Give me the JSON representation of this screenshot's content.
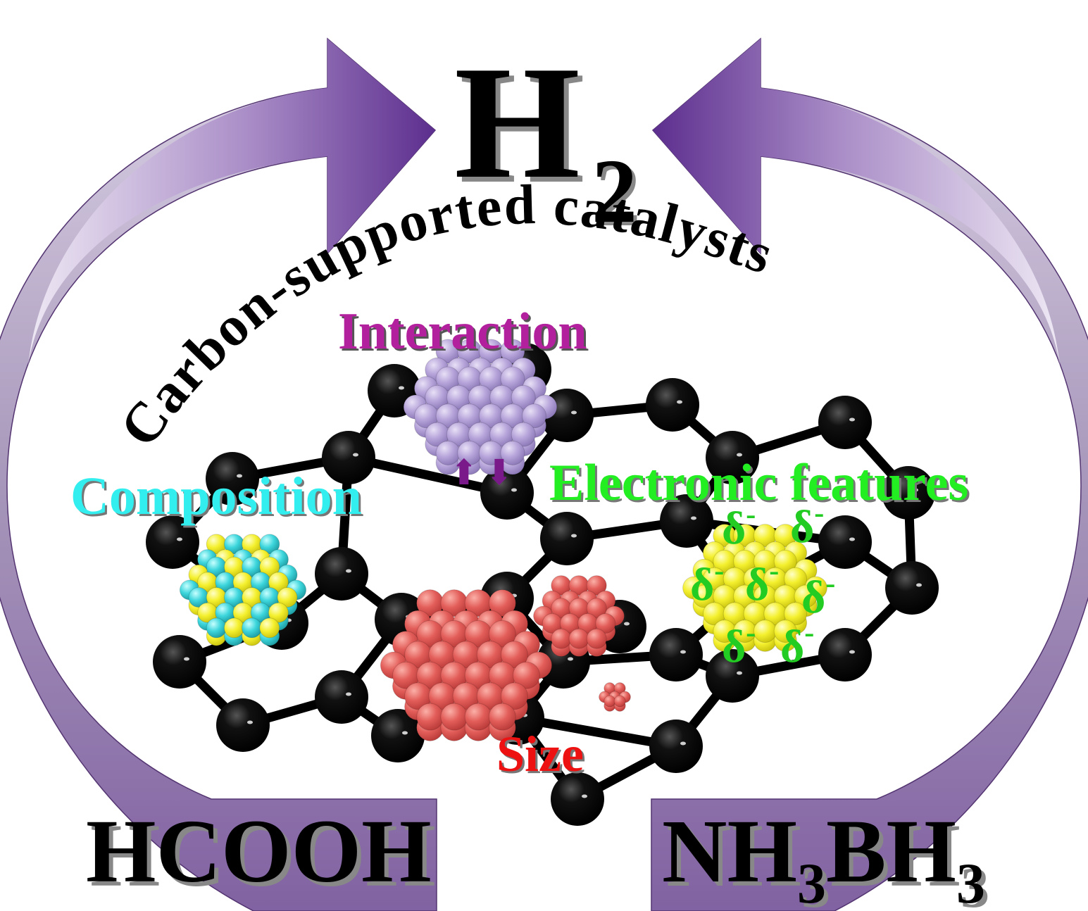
{
  "product": {
    "main": "H",
    "subscript": "2"
  },
  "support_label": "Carbon-supported catalysts",
  "reactants": {
    "left": {
      "text": "HCOOH"
    },
    "right": {
      "parts": [
        "NH",
        "3",
        "BH",
        "3"
      ]
    }
  },
  "features": {
    "interaction": "Interaction",
    "composition": "Composition",
    "electronic": "Electronic features",
    "size": "Size"
  },
  "charge_symbol": {
    "base": "δ",
    "sup": "-"
  },
  "interaction_arrows": {
    "up": "⬆",
    "down": "⬇"
  },
  "colors": {
    "arrow_dark": "#6b3a9a",
    "arrow_light": "#e8e1ef",
    "interaction_text": "#b3209e",
    "composition_text": "#33eeee",
    "electronic_text": "#22ee22",
    "size_text": "#ee1111",
    "charge_text": "#22cc22",
    "cluster_purple": "#b8a6dc",
    "cluster_red": "#e85c5c",
    "cluster_yellow": "#f2f23a",
    "cluster_cyan": "#3cd6dc",
    "carbon": "#000000"
  }
}
